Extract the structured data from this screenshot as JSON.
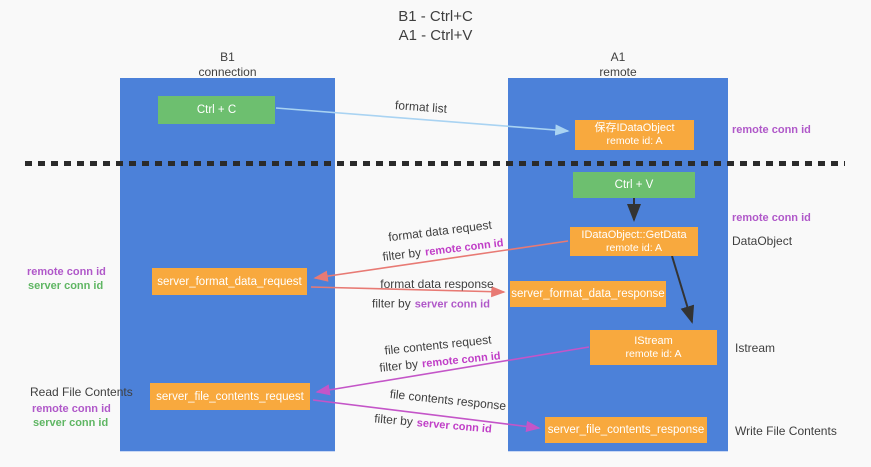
{
  "title": {
    "line1": "B1 - Ctrl+C",
    "line2": "A1 - Ctrl+V"
  },
  "lanes": {
    "left": {
      "title": "B1",
      "subtitle": "connection"
    },
    "right": {
      "title": "A1",
      "subtitle": "remote"
    }
  },
  "boxes": {
    "ctrl_c": "Ctrl + C",
    "save_idataobject": {
      "line1": "保存IDataObject",
      "line2": "remote id: A"
    },
    "ctrl_v": "Ctrl + V",
    "getdata": {
      "line1": "IDataObject::GetData",
      "line2": "remote id: A"
    },
    "server_format_data_request": "server_format_data_request",
    "server_format_data_response": "server_format_data_response",
    "istream": {
      "line1": "IStream",
      "line2": "remote id: A"
    },
    "server_file_contents_request": "server_file_contents_request",
    "server_file_contents_response": "server_file_contents_response"
  },
  "flow_labels": {
    "format_list": "format list",
    "format_data_request": "format data request",
    "format_data_response": "format data response",
    "file_contents_request": "file contents request",
    "file_contents_response": "file contents response",
    "filter_by": "filter by",
    "remote_conn_id": "remote conn id",
    "server_conn_id": "server conn id"
  },
  "annotations": {
    "remote_conn_id": "remote conn id",
    "server_conn_id": "server conn id",
    "dataobject": "DataObject",
    "istream": "Istream",
    "read_file_contents": "Read File Contents",
    "write_file_contents": "Write File Contents"
  },
  "colors": {
    "page_bg": "#f9f9f9",
    "lane_blue": "#4c81d9",
    "box_green": "#6dbf6f",
    "box_orange": "#f8a93e",
    "label_purple": "#b058c9",
    "label_green": "#5fb663",
    "label_magenta": "#c03ec7",
    "arrow_blue": "#a9d3f2",
    "arrow_salmon": "#e87a74",
    "arrow_magenta": "#c455c8",
    "arrow_black": "#333333",
    "text_dark": "#3f3f3f"
  }
}
